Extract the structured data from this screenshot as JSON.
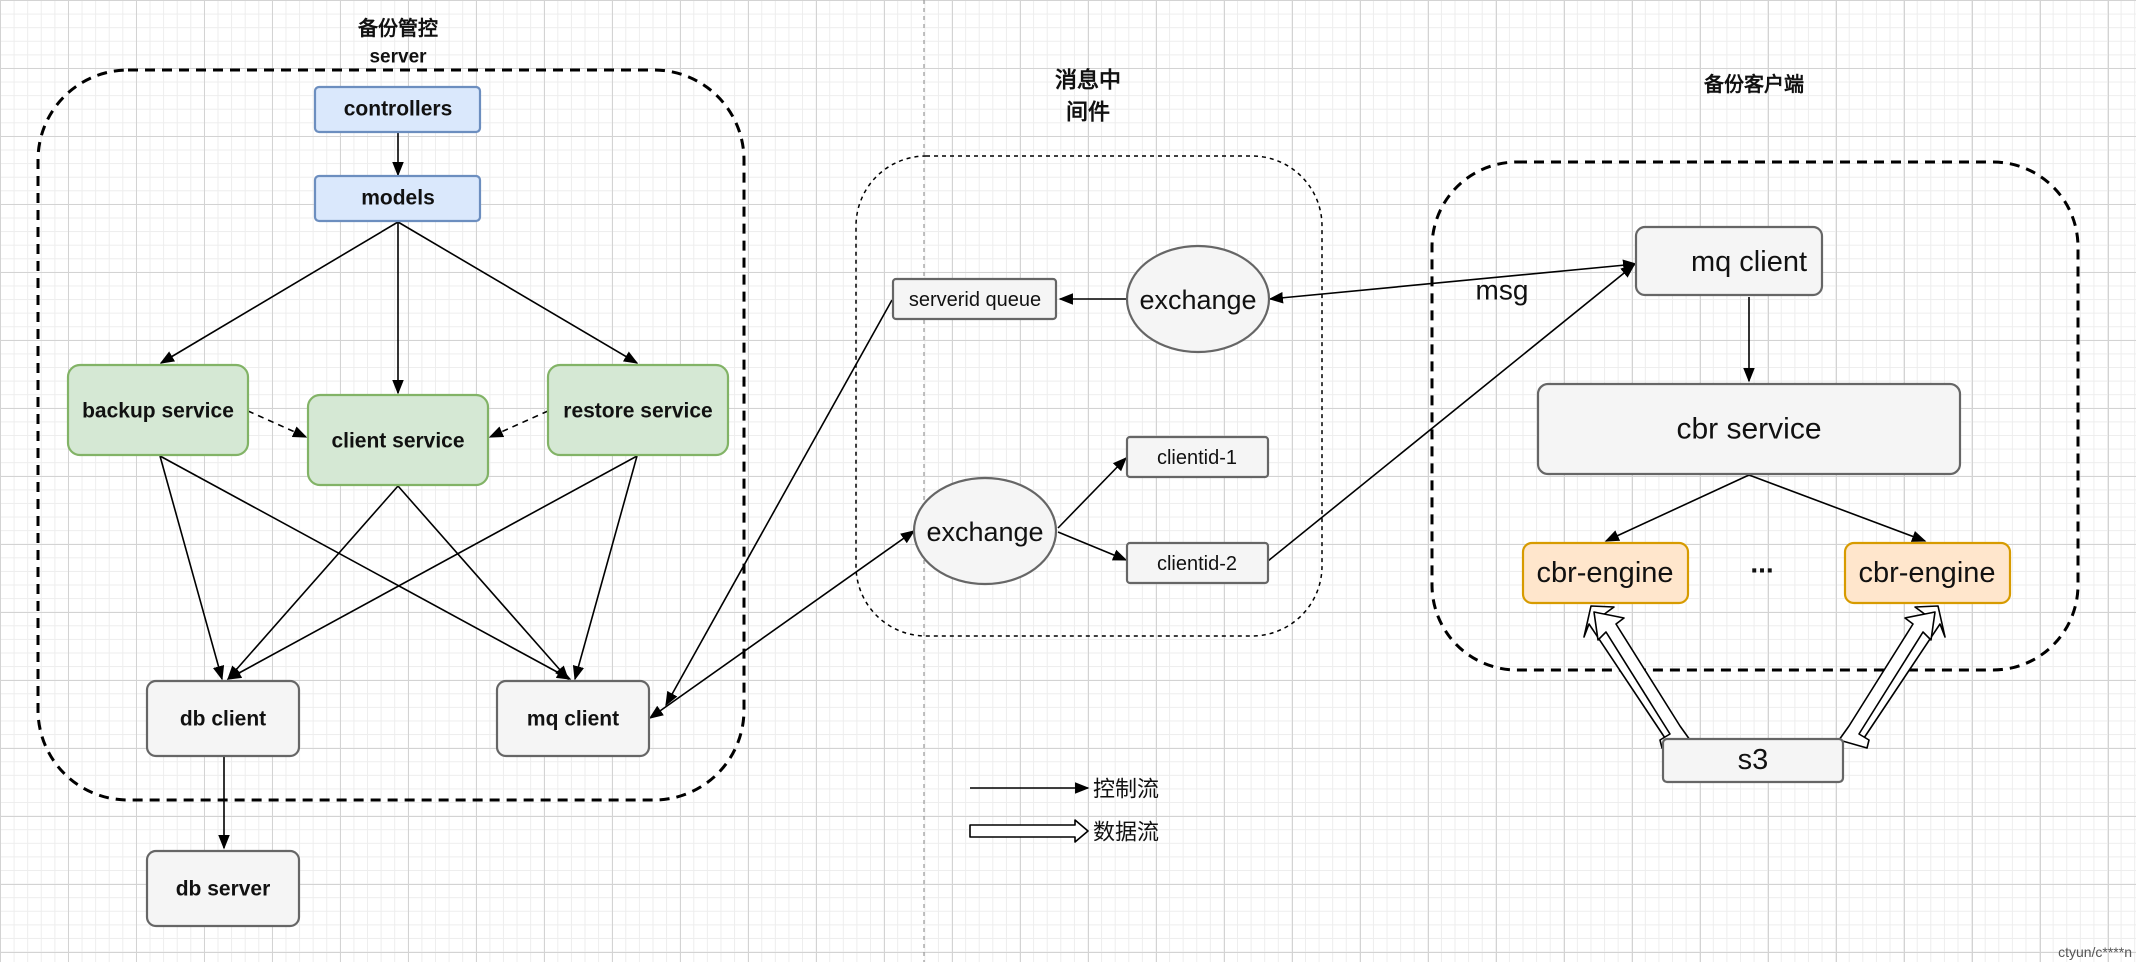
{
  "titles": {
    "server_title": "备份管控",
    "server_subtitle": "server",
    "middleware_line1": "消息中",
    "middleware_line2": "间件",
    "client_title": "备份客户端"
  },
  "nodes": {
    "controllers": "controllers",
    "models": "models",
    "backup_service": "backup service",
    "client_service": "client service",
    "restore_service": "restore service",
    "db_client": "db client",
    "mq_client_server": "mq client",
    "db_server": "db server",
    "serverid_queue": "serverid queue",
    "exchange_top": "exchange",
    "exchange_bottom": "exchange",
    "clientid_1": "clientid-1",
    "clientid_2": "clientid-2",
    "mq_client_client": "mq client",
    "cbr_service": "cbr service",
    "cbr_engine_left": "cbr-engine",
    "cbr_engine_right": "cbr-engine",
    "ellipsis": "...",
    "s3": "s3"
  },
  "edge_labels": {
    "msg": "msg"
  },
  "legend": {
    "control_flow": "控制流",
    "data_flow": "数据流"
  },
  "watermark": "ctyun/c****n",
  "colors": {
    "blue_fill": "#dae8fc",
    "blue_stroke": "#6c8ebf",
    "green_fill": "#d5e8d4",
    "green_stroke": "#82b366",
    "gray_fill": "#f5f5f5",
    "gray_stroke": "#666666",
    "orange_fill": "#ffe6cc",
    "orange_stroke": "#d79b00"
  }
}
